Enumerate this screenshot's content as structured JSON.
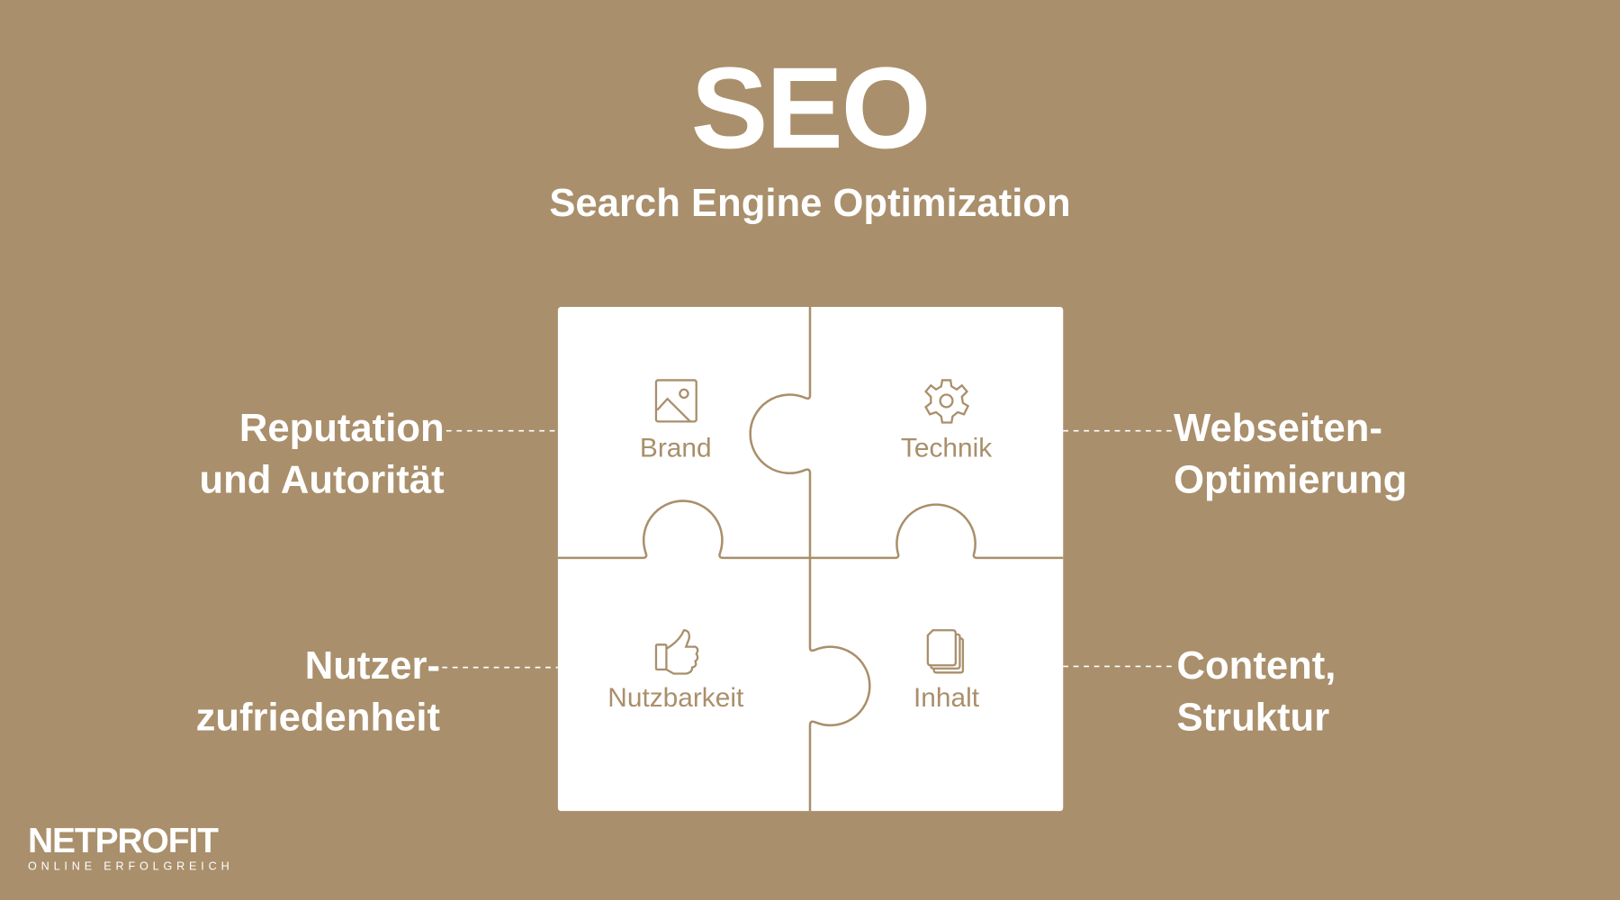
{
  "header": {
    "title": "SEO",
    "subtitle": "Search Engine Optimization"
  },
  "pieces": [
    {
      "label": "Brand",
      "icon": "image-icon"
    },
    {
      "label": "Technik",
      "icon": "gear-icon"
    },
    {
      "label": "Nutzbarkeit",
      "icon": "thumbs-up-icon"
    },
    {
      "label": "Inhalt",
      "icon": "documents-icon"
    }
  ],
  "callouts": {
    "top_left": [
      "Reputation",
      "und Autorität"
    ],
    "top_right": [
      "Webseiten-",
      "Optimierung"
    ],
    "bottom_left": [
      "Nutzer-",
      "zufriedenheit"
    ],
    "bottom_right": [
      "Content,",
      "Struktur"
    ]
  },
  "logo": {
    "name": "NETPROFIT",
    "tagline": "ONLINE ERFOLGREICH"
  },
  "colors": {
    "background": "#a98f6b",
    "piece": "#ffffff",
    "accent": "#a98f6b"
  }
}
